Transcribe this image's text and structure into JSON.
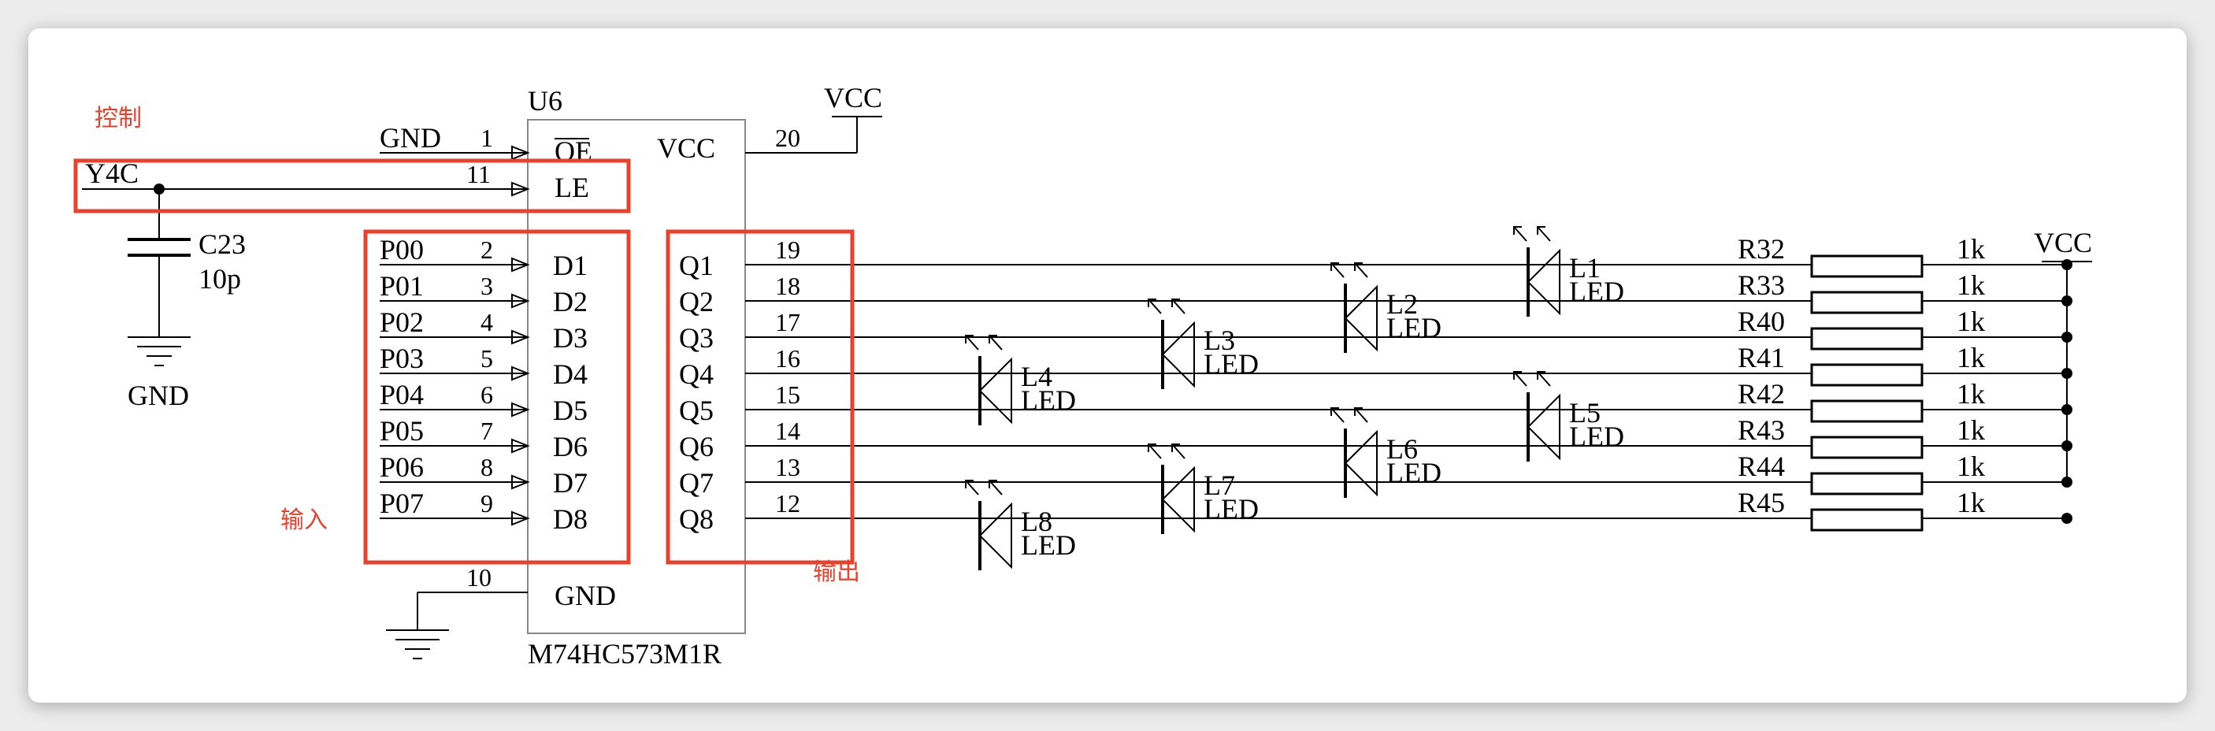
{
  "annotations": {
    "control": "控制",
    "input": "输入",
    "output": "输出"
  },
  "chip": {
    "ref": "U6",
    "part": "M74HC573M1R",
    "oe_label": "OE",
    "le_label": "LE",
    "vcc_label": "VCC",
    "gnd_label": "GND",
    "vcc_pin": "20",
    "gnd_pin": "10",
    "oe_pin": "1",
    "le_pin": "11"
  },
  "power": {
    "vcc": "VCC",
    "gnd": "GND"
  },
  "oe_net": "GND",
  "control_net": "Y4C",
  "capacitor": {
    "ref": "C23",
    "value": "10p"
  },
  "inputs": [
    {
      "net": "P00",
      "pin": "2",
      "name": "D1"
    },
    {
      "net": "P01",
      "pin": "3",
      "name": "D2"
    },
    {
      "net": "P02",
      "pin": "4",
      "name": "D3"
    },
    {
      "net": "P03",
      "pin": "5",
      "name": "D4"
    },
    {
      "net": "P04",
      "pin": "6",
      "name": "D5"
    },
    {
      "net": "P05",
      "pin": "7",
      "name": "D6"
    },
    {
      "net": "P06",
      "pin": "8",
      "name": "D7"
    },
    {
      "net": "P07",
      "pin": "9",
      "name": "D8"
    }
  ],
  "outputs": [
    {
      "name": "Q1",
      "pin": "19"
    },
    {
      "name": "Q2",
      "pin": "18"
    },
    {
      "name": "Q3",
      "pin": "17"
    },
    {
      "name": "Q4",
      "pin": "16"
    },
    {
      "name": "Q5",
      "pin": "15"
    },
    {
      "name": "Q6",
      "pin": "14"
    },
    {
      "name": "Q7",
      "pin": "13"
    },
    {
      "name": "Q8",
      "pin": "12"
    }
  ],
  "leds": [
    {
      "ref": "L1",
      "type": "LED"
    },
    {
      "ref": "L2",
      "type": "LED"
    },
    {
      "ref": "L3",
      "type": "LED"
    },
    {
      "ref": "L4",
      "type": "LED"
    },
    {
      "ref": "L5",
      "type": "LED"
    },
    {
      "ref": "L6",
      "type": "LED"
    },
    {
      "ref": "L7",
      "type": "LED"
    },
    {
      "ref": "L8",
      "type": "LED"
    }
  ],
  "resistors": [
    {
      "ref": "R32",
      "value": "1k"
    },
    {
      "ref": "R33",
      "value": "1k"
    },
    {
      "ref": "R40",
      "value": "1k"
    },
    {
      "ref": "R41",
      "value": "1k"
    },
    {
      "ref": "R42",
      "value": "1k"
    },
    {
      "ref": "R43",
      "value": "1k"
    },
    {
      "ref": "R44",
      "value": "1k"
    },
    {
      "ref": "R45",
      "value": "1k"
    }
  ],
  "colors": {
    "highlight": "#e8412c",
    "wire": "#000000",
    "chip_outline": "#888888"
  }
}
